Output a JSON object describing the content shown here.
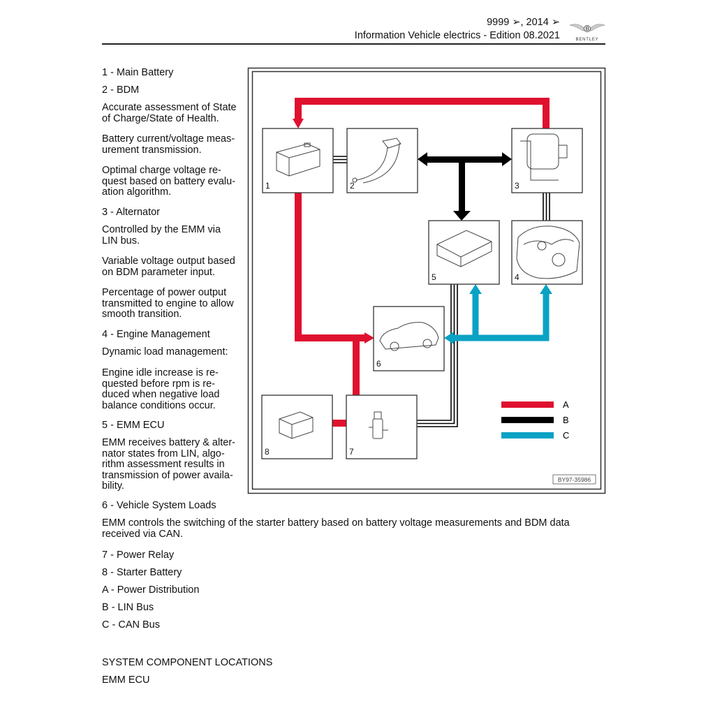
{
  "header": {
    "model_range": "9999 ➢, 2014 ➢",
    "title": "Information Vehicle electrics - Edition 08.2021",
    "brand": "BENTLEY"
  },
  "text": [
    "1 - Main Battery",
    "2 - BDM",
    "Accurate assessment of State\nof Charge/State of Health.",
    "Battery current/voltage meas-\nurement transmission.",
    "Optimal charge voltage re-\nquest based on battery evalu-\nation algorithm.",
    "3 - Alternator",
    "Controlled by the EMM via\nLIN bus.",
    "Variable voltage output based\non BDM parameter input.",
    "Percentage of power output\ntransmitted to engine to allow\nsmooth transition.",
    "4 - Engine Management",
    "Dynamic load management:",
    "Engine idle increase is re-\nquested before rpm is re-\nduced when negative load\nbalance conditions occur.",
    "5 - EMM ECU",
    "EMM receives battery & alter-\nnator states from LIN, algo-\nrithm assessment results in\ntransmission of power availa-\nbility.",
    "6 - Vehicle System Loads",
    "EMM controls the switching of the starter battery based on battery voltage measurements and BDM data\nreceived via CAN.",
    "7 - Power Relay",
    "8 - Starter Battery",
    "A - Power Distribution",
    "B - LIN Bus",
    "C - CAN Bus",
    "SYSTEM COMPONENT LOCATIONS",
    "EMM ECU"
  ],
  "diagram": {
    "boxes": [
      "1",
      "2",
      "3",
      "4",
      "5",
      "6",
      "7",
      "8"
    ],
    "legend": [
      {
        "key": "A",
        "color": "#e0102f"
      },
      {
        "key": "B",
        "color": "#000000"
      },
      {
        "key": "C",
        "color": "#0aa2c4"
      }
    ],
    "figure_id": "BY97-35986"
  }
}
